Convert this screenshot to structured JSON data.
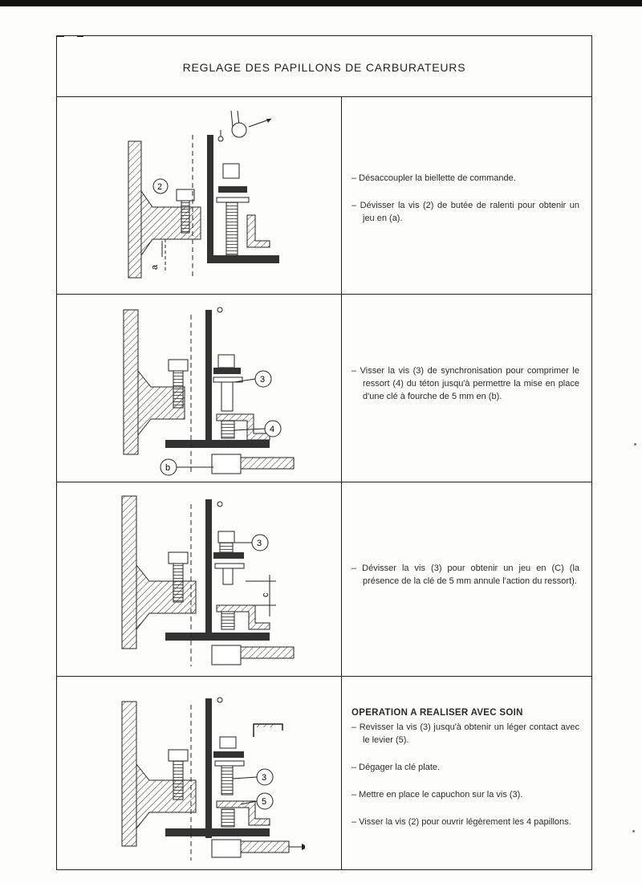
{
  "title": "REGLAGE DES PAPILLONS DE CARBURATEURS",
  "steps": [
    {
      "callouts": [
        "2",
        "a"
      ],
      "instructions": [
        "– Désaccoupler la biellette de commande.",
        "– Dévisser la vis (2) de butée de ralenti pour obtenir un jeu en (a)."
      ]
    },
    {
      "callouts": [
        "3",
        "4",
        "b"
      ],
      "instructions": [
        "– Visser la vis (3) de synchronisation pour comprimer le ressort (4) du téton jusqu'à permettre la mise en place d'une clé à fourche de 5 mm en (b)."
      ]
    },
    {
      "callouts": [
        "3",
        "c"
      ],
      "instructions": [
        "– Dévisser la vis (3) pour obtenir un jeu en (C) (la présence de la clé de 5 mm annule l'action du ressort)."
      ]
    },
    {
      "callouts": [
        "3",
        "5"
      ],
      "heading": "OPERATION A REALISER AVEC SOIN",
      "instructions": [
        "– Revisser la vis (3) jusqu'à obtenir un léger contact avec le levier (5).",
        "– Dégager la clé plate.",
        "– Mettre en place le capuchon sur la vis (3).",
        "– Visser la vis (2) pour ouvrir légèrement les 4 papillons."
      ]
    }
  ]
}
